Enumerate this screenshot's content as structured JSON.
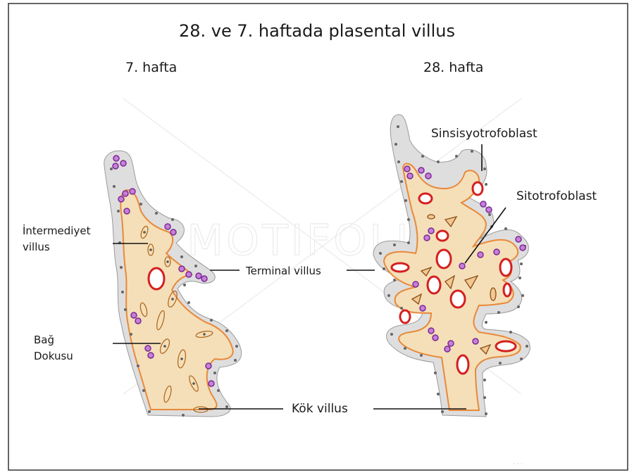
{
  "title": "28. ve 7. haftada plasental villus",
  "panels": {
    "left": {
      "label": "7. hafta"
    },
    "right": {
      "label": "28. hafta"
    }
  },
  "labels": {
    "intermediyet_line1": "İntermediyet",
    "intermediyet_line2": "villus",
    "bag_line1": "Bağ",
    "bag_line2": "Dokusu",
    "terminal_villus": "Terminal villus",
    "kok_villus": "Kök villus",
    "sinsisyotrofoblast": "Sinsisyotrofoblast",
    "sitotrofoblast": "Sitotrofoblast"
  },
  "watermark": "MOTIFOLIO",
  "colors": {
    "trophoblast_layer": "#dcdcdc",
    "stroma": "#f5dfb8",
    "stroma_outline": "#e8893a",
    "cytotrophoblast_cell": "#9b3fb5",
    "capillary": "#d42020",
    "nucleus": "#555555",
    "frame": "#333333"
  }
}
